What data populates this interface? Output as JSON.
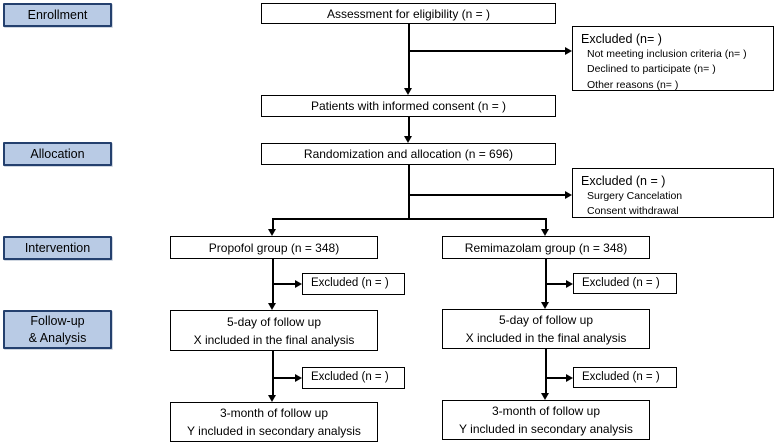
{
  "stages": {
    "enrollment": "Enrollment",
    "allocation": "Allocation",
    "intervention": "Intervention",
    "followup_line1": "Follow-up",
    "followup_line2": "& Analysis"
  },
  "nodes": {
    "assessment": "Assessment for eligibility (n = )",
    "informed_consent": "Patients with informed consent (n = )",
    "randomization": "Randomization and allocation (n = 696)",
    "propofol_group": "Propofol group (n = 348)",
    "remimazolam_group": "Remimazolam group (n = 348)",
    "five_day_line1": "5-day of follow up",
    "five_day_line2": "X included in the final analysis",
    "three_month_line1": "3-month of follow up",
    "three_month_line2": "Y included in secondary analysis",
    "excluded_small": "Excluded (n = )"
  },
  "exclusions": {
    "eligibility": {
      "title": "Excluded  (n=  )",
      "items": [
        "Not meeting inclusion criteria (n=  )",
        "Declined to participate (n=  )",
        "Other reasons (n=  )"
      ]
    },
    "allocation": {
      "title": "Excluded (n = )",
      "items": [
        "Surgery Cancelation",
        "Consent withdrawal"
      ]
    }
  },
  "colors": {
    "stage_fill": "#b9cbe5",
    "stage_border": "#24406e",
    "box_fill": "#ffffff",
    "line": "#000000"
  }
}
